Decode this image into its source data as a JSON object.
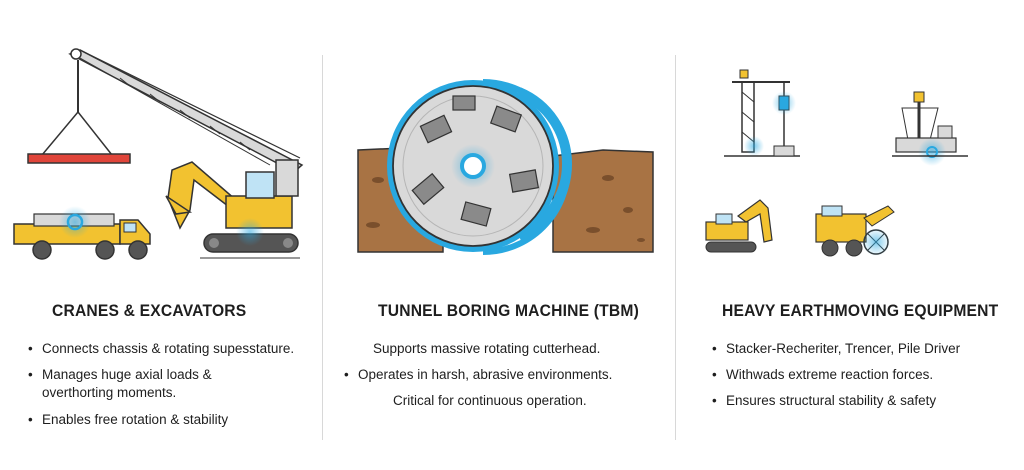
{
  "panels": [
    {
      "title": "CRANES & EXCAVATORS",
      "bullets": [
        {
          "text": "Connects chassis & rotating supesstature.",
          "bullet": true
        },
        {
          "text": "Manages huge axial loads & overthorting moments.",
          "bullet": true
        },
        {
          "text": "Enables free rotation & stability",
          "bullet": true
        }
      ]
    },
    {
      "title": "TUNNEL BORING MACHINE (TBM)",
      "bullets": [
        {
          "text": "Supports massive rotating cutterhead.",
          "bullet": false
        },
        {
          "text": "Operates in harsh, abrasive environments.",
          "bullet": true
        },
        {
          "text": "Critical for continuous operation.",
          "bullet": false
        }
      ]
    },
    {
      "title": "HEAVY EARTHMOVING EQUIPMENT",
      "bullets": [
        {
          "text": "Stacker-Recheriter, Trencer, Pile Driver",
          "bullet": true
        },
        {
          "text": "Withwads extreme reaction forces.",
          "bullet": true
        },
        {
          "text": "Ensures structural stability & safety",
          "bullet": true
        }
      ]
    }
  ],
  "colors": {
    "accent_blue": "#29a8e0",
    "machine_yellow": "#f2c230",
    "soil_brown": "#a87344",
    "beam_red": "#e0453a",
    "steel_gray": "#d9d9d9"
  },
  "icons": [
    "crane-icon",
    "truck-icon",
    "excavator-icon",
    "cutterhead-icon",
    "tower-crane-icon",
    "pile-driver-icon",
    "drill-rig-icon",
    "trencher-icon"
  ]
}
